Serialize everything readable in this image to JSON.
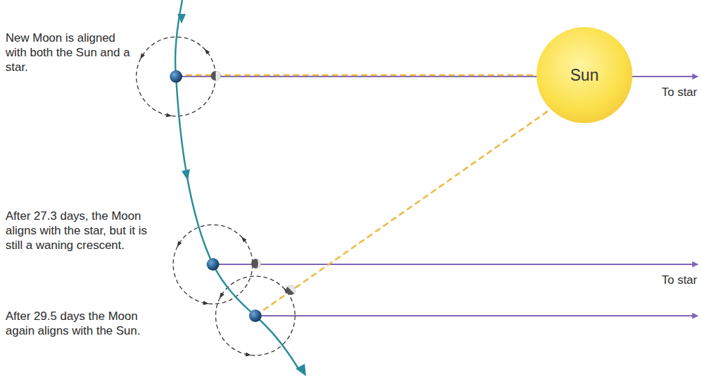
{
  "diagram": {
    "nodes": [
      {
        "text": [
          "Sun"
        ]
      }
    ],
    "labels": [
      "New Moon is aligned with both the Sun and a star.",
      "To star",
      "After 27.3 days, the Moon aligns with the star, but it is still a waning crescent.",
      "To star",
      "After 29.5 days the Moon again aligns with the Sun."
    ]
  }
}
